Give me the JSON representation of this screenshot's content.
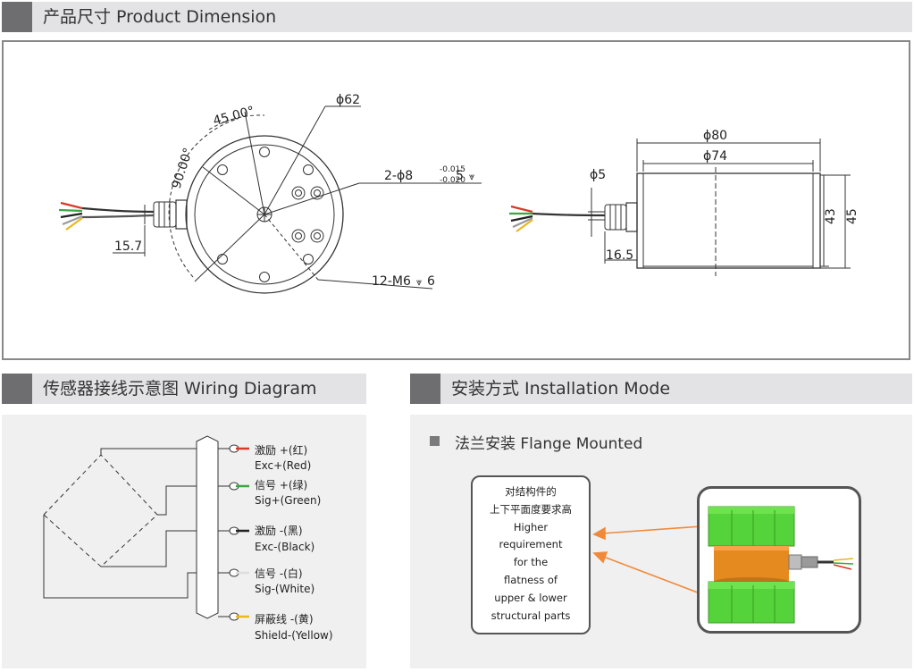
{
  "sections": {
    "dimension": "产品尺寸 Product Dimension",
    "wiring": "传感器接线示意图 Wiring Diagram",
    "install": "安装方式 Installation Mode"
  },
  "dimensions": {
    "angle_45": "45.00°",
    "angle_90": "90.00°",
    "phi62": "ϕ62",
    "hole_main": "2-ϕ8",
    "tol_upper": "-0.015",
    "tol_lower": "-0.020",
    "hole_depth": "5",
    "cable_offset": "15.7",
    "thread": "12-M6",
    "thread_depth": "6",
    "phi80": "ϕ80",
    "phi74": "ϕ74",
    "phi5": "ϕ5",
    "cable_side": "16.5",
    "height_43": "43",
    "height_45": "45"
  },
  "wiring": {
    "wires": [
      {
        "cn": "激励 +(红)",
        "en": "Exc+(Red)",
        "color": "#d63a2a"
      },
      {
        "cn": "信号 +(绿)",
        "en": "Sig+(Green)",
        "color": "#3aa642"
      },
      {
        "cn": "激励 -(黑)",
        "en": "Exc-(Black)",
        "color": "#222222"
      },
      {
        "cn": "信号 -(白)",
        "en": "Sig-(White)",
        "color": "#dddddd"
      },
      {
        "cn": "屏蔽线 -(黄)",
        "en": "Shield-(Yellow)",
        "color": "#e8b81e"
      }
    ]
  },
  "install": {
    "mode": "法兰安装 Flange Mounted",
    "note_lines": [
      "对结构件的",
      "上下平面度要求高",
      "Higher",
      "requirement",
      "for the",
      "flatness of",
      "upper & lower",
      "structural parts"
    ]
  },
  "colors": {
    "accent_arrow": "#f08a3a",
    "flange_green": "#55d33a",
    "sensor_orange": "#e58a1e",
    "bar_dark": "#6e6e70",
    "bar_light": "#e3e3e5"
  }
}
